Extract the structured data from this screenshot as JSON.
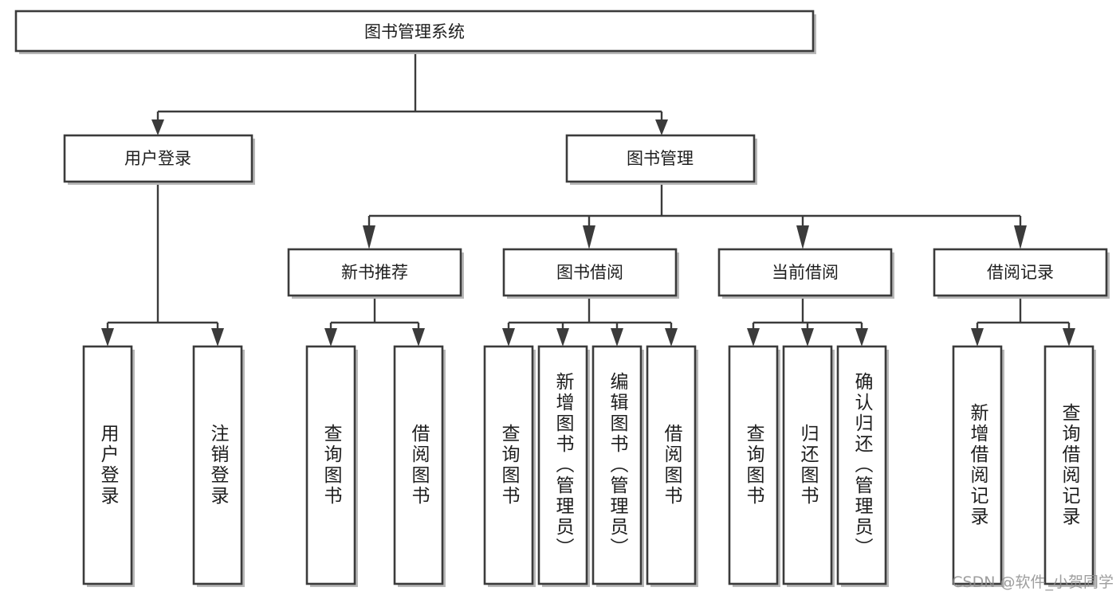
{
  "diagram": {
    "title": "图书管理系统",
    "type": "tree",
    "watermark": "CSDN @软件_小贺同学",
    "colors": {
      "box_stroke": "#3b3b3b",
      "box_fill": "#ffffff",
      "text": "#1e1e1e",
      "edge": "#3b3b3b",
      "shadow": "#b8b8b8",
      "watermark": "#8e8e8e",
      "background": "#ffffff"
    },
    "nodes": {
      "root": {
        "label": "图书管理系统",
        "orientation": "horizontal"
      },
      "level2": [
        {
          "id": "user-login",
          "label": "用户登录",
          "orientation": "horizontal"
        },
        {
          "id": "book-management",
          "label": "图书管理",
          "orientation": "horizontal"
        }
      ],
      "level3": [
        {
          "id": "new-book-recommend",
          "label": "新书推荐",
          "orientation": "horizontal"
        },
        {
          "id": "book-borrow",
          "label": "图书借阅",
          "orientation": "horizontal"
        },
        {
          "id": "current-borrow",
          "label": "当前借阅",
          "orientation": "horizontal"
        },
        {
          "id": "borrow-record",
          "label": "借阅记录",
          "orientation": "horizontal"
        }
      ],
      "leaves": {
        "user-login": [
          {
            "id": "leaf-user-login",
            "label": "用户登录",
            "orientation": "vertical"
          },
          {
            "id": "leaf-logout-login",
            "label": "注销登录",
            "orientation": "vertical"
          }
        ],
        "new-book-recommend": [
          {
            "id": "leaf-query-book-1",
            "label": "查询图书",
            "orientation": "vertical"
          },
          {
            "id": "leaf-borrow-book-1",
            "label": "借阅图书",
            "orientation": "vertical"
          }
        ],
        "book-borrow": [
          {
            "id": "leaf-query-book-2",
            "label": "查询图书",
            "orientation": "vertical"
          },
          {
            "id": "leaf-add-book",
            "label": "新增图书（管理员）",
            "orientation": "vertical"
          },
          {
            "id": "leaf-edit-book",
            "label": "编辑图书（管理员）",
            "orientation": "vertical"
          },
          {
            "id": "leaf-borrow-book-2",
            "label": "借阅图书",
            "orientation": "vertical"
          }
        ],
        "current-borrow": [
          {
            "id": "leaf-query-book-3",
            "label": "查询图书",
            "orientation": "vertical"
          },
          {
            "id": "leaf-return-book",
            "label": "归还图书",
            "orientation": "vertical"
          },
          {
            "id": "leaf-confirm-return",
            "label": "确认归还（管理员）",
            "orientation": "vertical"
          }
        ],
        "borrow-record": [
          {
            "id": "leaf-add-record",
            "label": "新增借阅记录",
            "orientation": "vertical"
          },
          {
            "id": "leaf-query-record",
            "label": "查询借阅记录",
            "orientation": "vertical"
          }
        ]
      }
    }
  }
}
